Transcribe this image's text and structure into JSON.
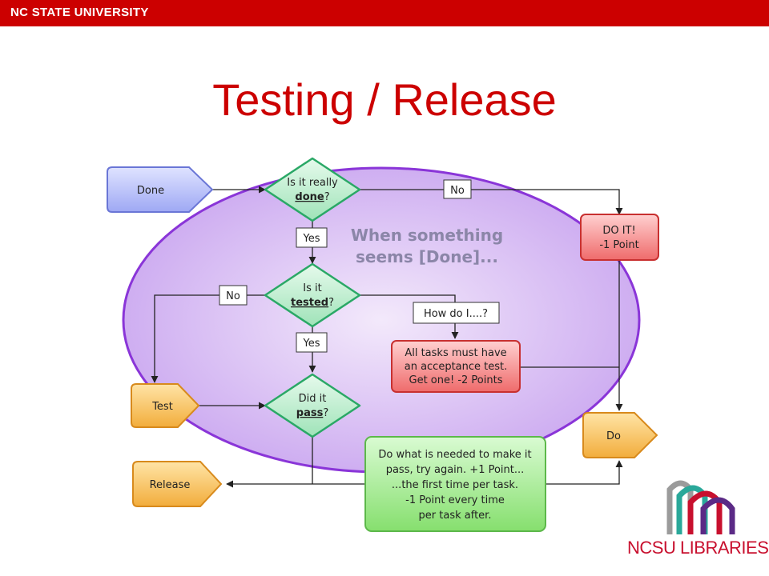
{
  "header": {
    "brand": "NC STATE UNIVERSITY"
  },
  "slide": {
    "title": "Testing / Release"
  },
  "diagram": {
    "nodes": {
      "done": "Done",
      "q1_line1": "Is it really",
      "q1_word": "done",
      "q1_tail": "?",
      "no1": "No",
      "doit_line1": "DO IT!",
      "doit_line2": "-1 Point",
      "yes1": "Yes",
      "banner_line1": "When something",
      "banner_line2": "seems [Done]...",
      "no2": "No",
      "q2_line1": "Is it",
      "q2_word": "tested",
      "q2_tail": "?",
      "howdo": "How do I....?",
      "yes2": "Yes",
      "accept_line1": "All tasks must have",
      "accept_line2": "an acceptance test.",
      "accept_line3": "Get one! -2 Points",
      "test": "Test",
      "q3_line1": "Did it",
      "q3_word": "pass",
      "q3_tail": "?",
      "do": "Do",
      "release": "Release",
      "retry_line1": "Do what is needed to make it",
      "retry_line2": "pass, try again. +1 Point...",
      "retry_line3": "...the first time per task.",
      "retry_line4": "-1 Point every time",
      "retry_line5": "per task after."
    }
  },
  "footer": {
    "logo_text": "NCSU LIBRARIES"
  }
}
